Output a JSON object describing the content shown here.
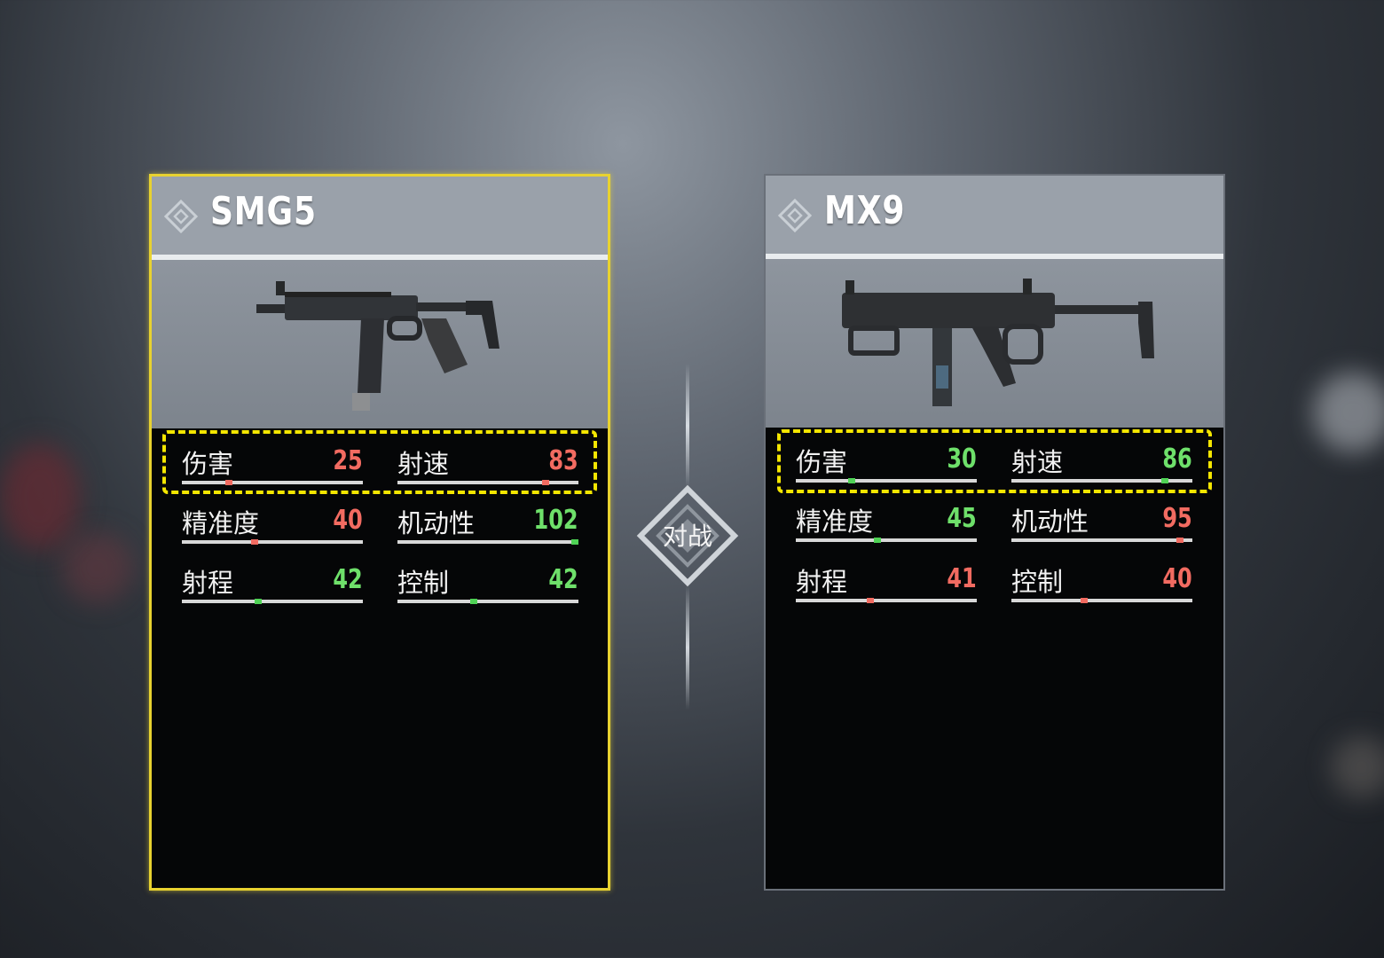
{
  "vs_label": "对战",
  "colors": {
    "better": "#6ee06a",
    "worse": "#f26b61",
    "highlight": "#f4e600",
    "selected_border": "#e8d230"
  },
  "weapons": [
    {
      "name": "SMG5",
      "selected": true,
      "stats": [
        {
          "label": "伤害",
          "value": "25",
          "level": 0.25,
          "status": "worse"
        },
        {
          "label": "射速",
          "value": "83",
          "level": 0.83,
          "status": "worse"
        },
        {
          "label": "精准度",
          "value": "40",
          "level": 0.4,
          "status": "worse"
        },
        {
          "label": "机动性",
          "value": "102",
          "level": 1.0,
          "status": "better"
        },
        {
          "label": "射程",
          "value": "42",
          "level": 0.42,
          "status": "better"
        },
        {
          "label": "控制",
          "value": "42",
          "level": 0.42,
          "status": "better"
        }
      ]
    },
    {
      "name": "MX9",
      "selected": false,
      "stats": [
        {
          "label": "伤害",
          "value": "30",
          "level": 0.3,
          "status": "better"
        },
        {
          "label": "射速",
          "value": "86",
          "level": 0.86,
          "status": "better"
        },
        {
          "label": "精准度",
          "value": "45",
          "level": 0.45,
          "status": "better"
        },
        {
          "label": "机动性",
          "value": "95",
          "level": 0.95,
          "status": "worse"
        },
        {
          "label": "射程",
          "value": "41",
          "level": 0.41,
          "status": "worse"
        },
        {
          "label": "控制",
          "value": "40",
          "level": 0.4,
          "status": "worse"
        }
      ]
    }
  ]
}
